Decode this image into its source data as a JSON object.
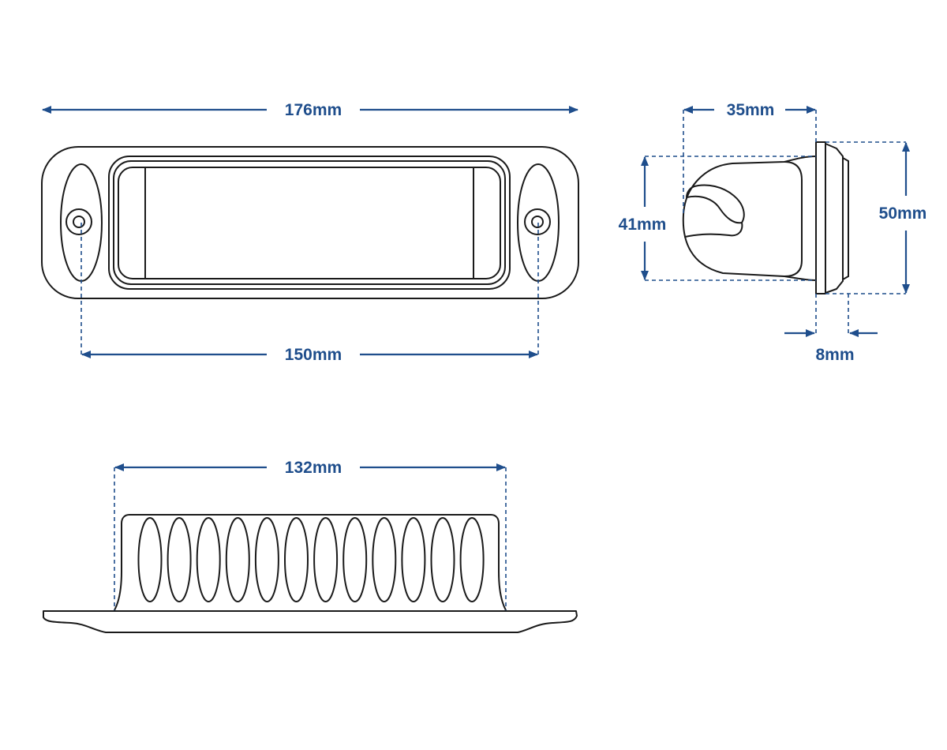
{
  "colors": {
    "dimension": "#1f4e8c",
    "outline": "#1a1a1a",
    "background": "#ffffff"
  },
  "dimensions": {
    "front_overall_width": "176mm",
    "front_hole_spacing": "150mm",
    "side_depth": "35mm",
    "side_body_height": "41mm",
    "side_flange_height": "50mm",
    "side_flange_thickness": "8mm",
    "top_body_width": "132mm"
  }
}
